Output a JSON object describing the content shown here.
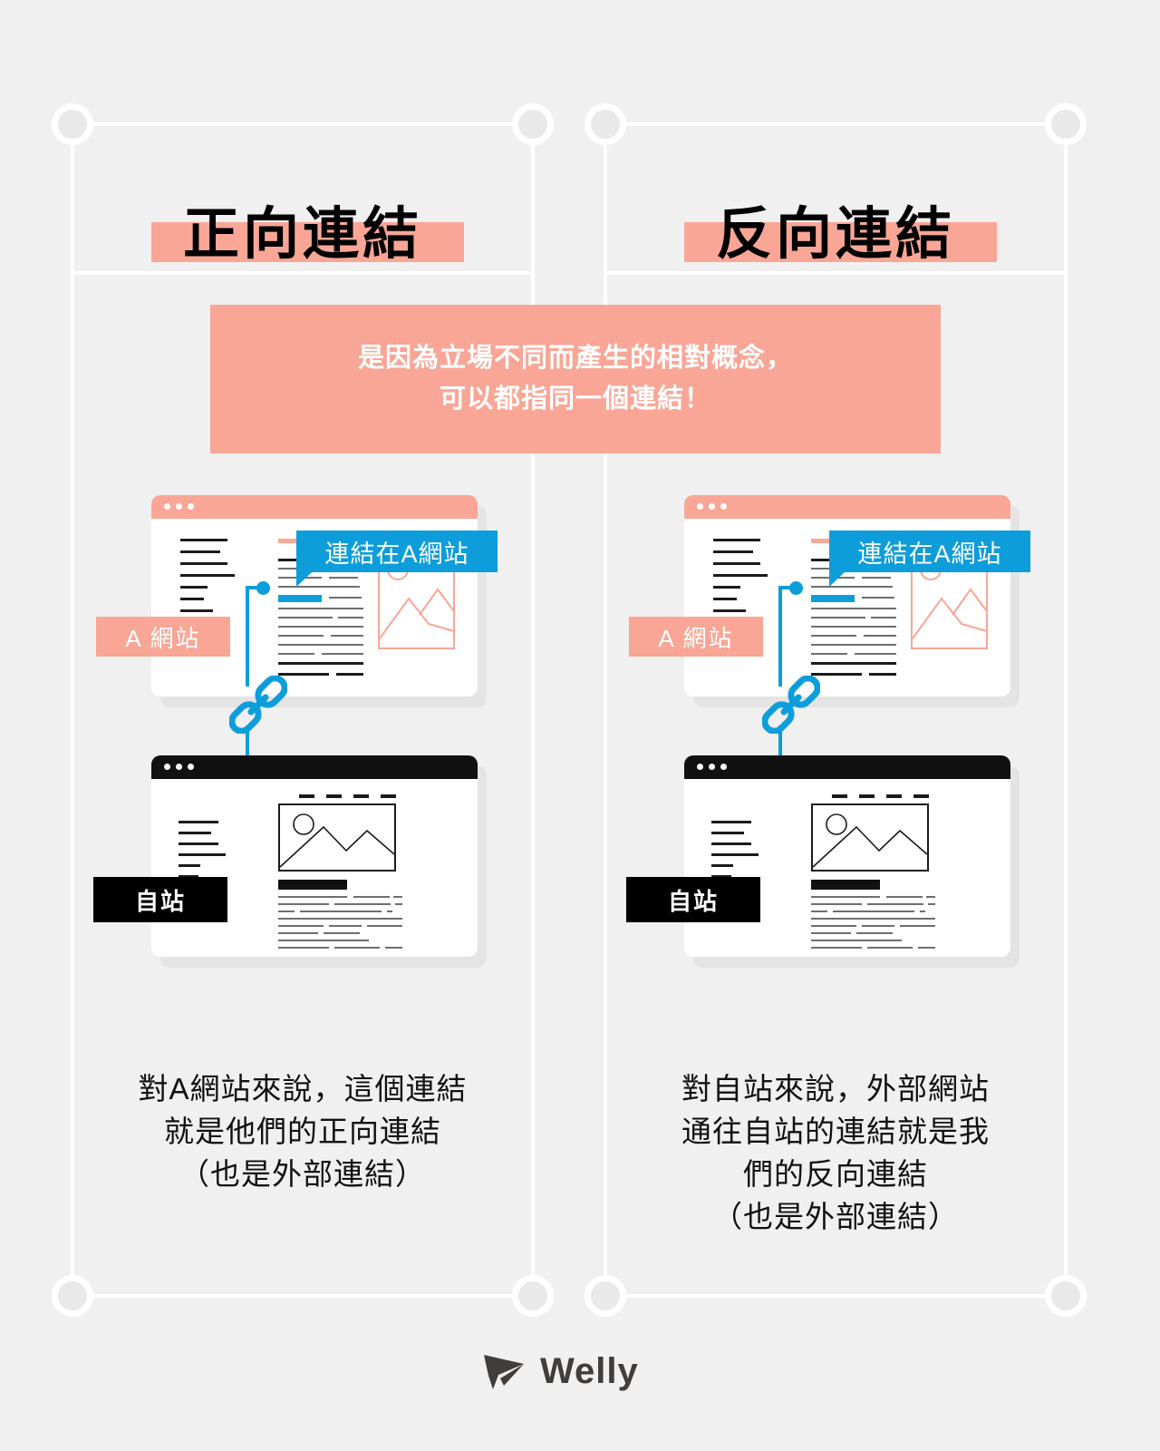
{
  "page": {
    "background": "#F0F0F0",
    "accent_pink": "#F9A696",
    "accent_blue": "#0D9DDB",
    "ink": "#111111"
  },
  "panels": [
    {
      "id": "forward-link",
      "title": "正向連結",
      "site_tag": "A 網站",
      "tooltip": "連結在A網站",
      "own_site_tag": "自站",
      "caption_lines": [
        "對A網站來說，這個連結",
        "就是他們的正向連結",
        "（也是外部連結）"
      ]
    },
    {
      "id": "backlink",
      "title": "反向連結",
      "site_tag": "A 網站",
      "tooltip": "連結在A網站",
      "own_site_tag": "自站",
      "caption_lines": [
        "對自站來說，外部網站",
        "通往自站的連結就是我",
        "們的反向連結",
        "（也是外部連結）"
      ]
    }
  ],
  "banner": {
    "line1": "是因為立場不同而產生的相對概念，",
    "line2": "可以都指同一個連結！"
  },
  "icons": {
    "chain": "chain-link-icon",
    "arrow": "down-arrow-icon",
    "plane": "paper-plane-icon"
  },
  "logo": {
    "text": "Welly"
  }
}
